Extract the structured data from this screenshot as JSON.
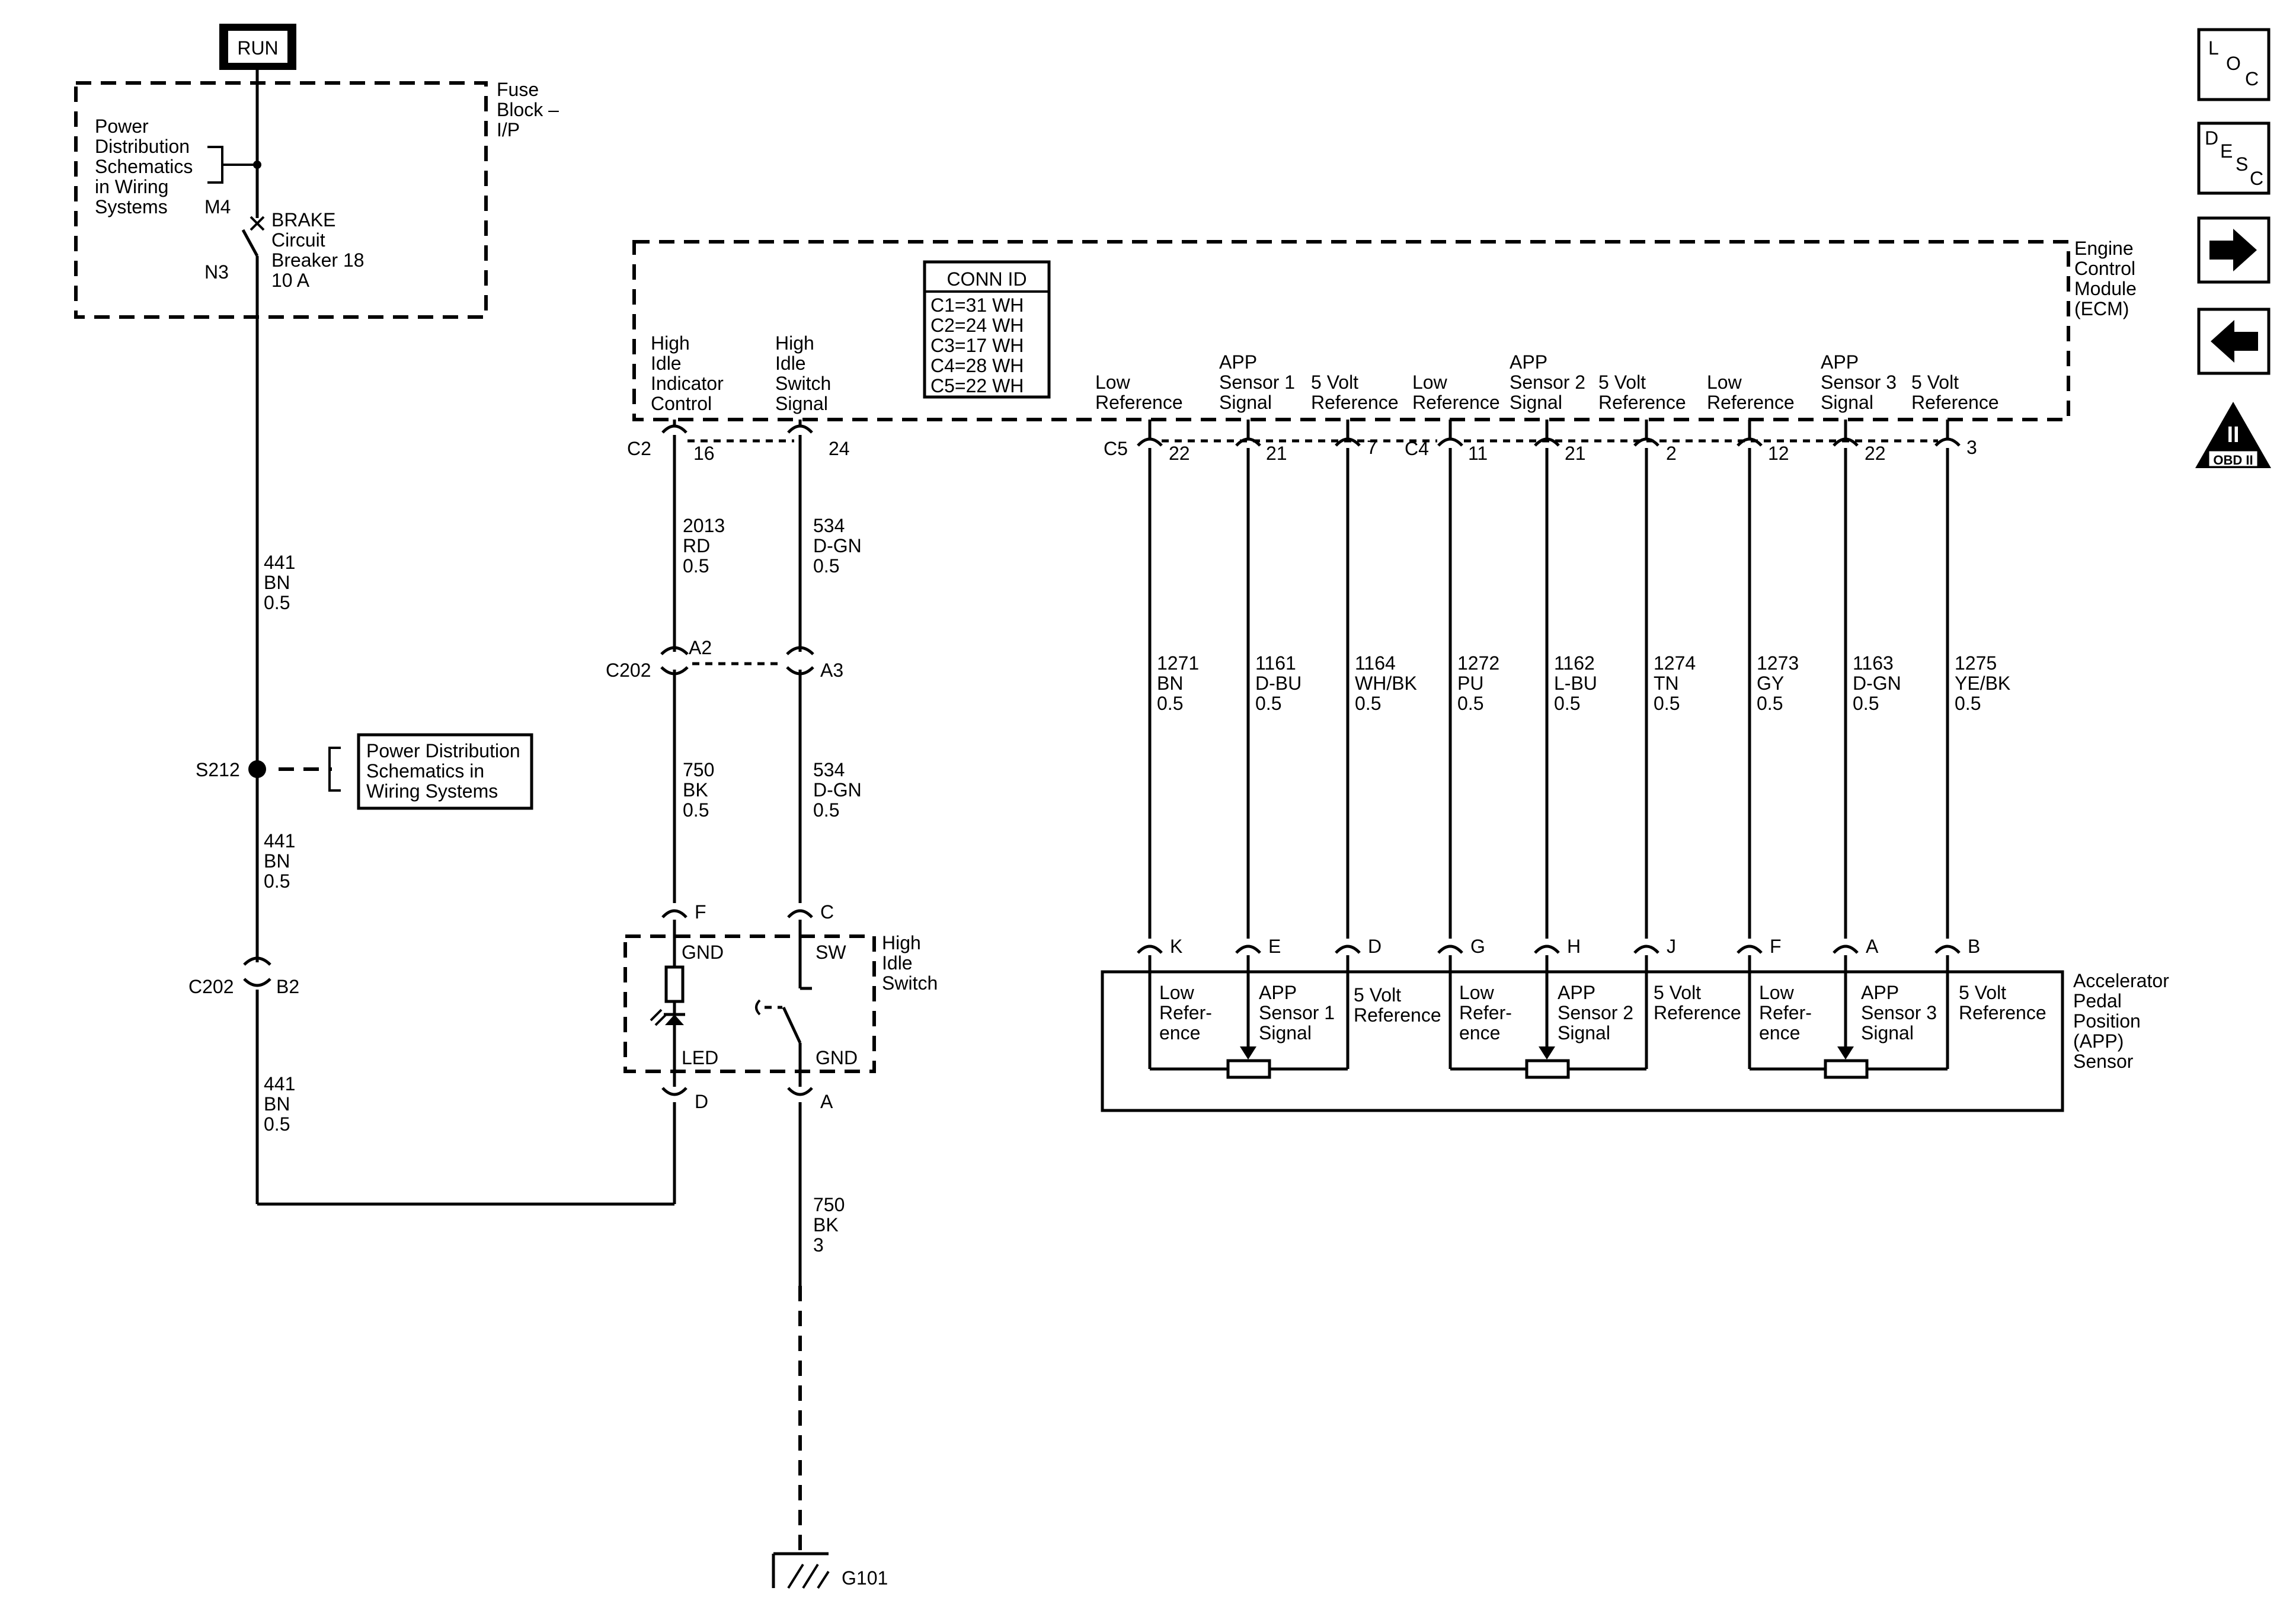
{
  "run_label": "RUN",
  "fuse_block": {
    "title": [
      "Fuse",
      "Block –",
      "I/P"
    ],
    "power_dist_note": [
      "Power",
      "Distribution",
      "Schematics",
      "in Wiring",
      "Systems"
    ],
    "m4": "M4",
    "n3": "N3",
    "breaker": [
      "BRAKE",
      "Circuit",
      "Breaker 18",
      "10 A"
    ]
  },
  "left_wires": {
    "w1": [
      "441",
      "BN",
      "0.5"
    ],
    "w2": [
      "441",
      "BN",
      "0.5"
    ],
    "w3": [
      "441",
      "BN",
      "0.5"
    ]
  },
  "s212": "S212",
  "power_dist_box": [
    "Power Distribution",
    "Schematics in",
    "Wiring  Systems"
  ],
  "c202_left": {
    "name": "C202",
    "pin": "B2"
  },
  "conn_id": {
    "title": "CONN ID",
    "rows": [
      "C1=31 WH",
      "C2=24 WH",
      "C3=17 WH",
      "C4=28 WH",
      "C5=22 WH"
    ]
  },
  "ecm": {
    "title": [
      "Engine",
      "Control",
      "Module",
      "(ECM)"
    ],
    "labels": [
      [
        "High",
        "Idle",
        "Indicator",
        "Control"
      ],
      [
        "High",
        "Idle",
        "Switch",
        "Signal"
      ],
      [
        "Low",
        "Reference"
      ],
      [
        "APP",
        "Sensor 1",
        "Signal"
      ],
      [
        "5 Volt",
        "Reference"
      ],
      [
        "Low",
        "Reference"
      ],
      [
        "APP",
        "Sensor 2",
        "Signal"
      ],
      [
        "5 Volt",
        "Reference"
      ],
      [
        "Low",
        "Reference"
      ],
      [
        "APP",
        "Sensor 3",
        "Signal"
      ],
      [
        "5 Volt",
        "Reference"
      ]
    ],
    "connectors": {
      "c2": "C2",
      "c5": "C5",
      "c4": "C4"
    },
    "pins": [
      "16",
      "24",
      "22",
      "21",
      "7",
      "11",
      "21",
      "2",
      "12",
      "22",
      "3"
    ]
  },
  "switch_wires": {
    "upper_a": [
      "2013",
      "RD",
      "0.5"
    ],
    "upper_b": [
      "534",
      "D-GN",
      "0.5"
    ],
    "lower_a": [
      "750",
      "BK",
      "0.5"
    ],
    "lower_b": [
      "534",
      "D-GN",
      "0.5"
    ],
    "ground": [
      "750",
      "BK",
      "3"
    ]
  },
  "c202_mid": {
    "name": "C202",
    "pin_a": "A2",
    "pin_b": "A3"
  },
  "switch": {
    "title": [
      "High",
      "Idle",
      "Switch"
    ],
    "pin_f": "F",
    "pin_c": "C",
    "pin_d": "D",
    "pin_a": "A",
    "gnd_top": "GND",
    "sw": "SW",
    "led": "LED",
    "gnd_bottom": "GND"
  },
  "ground": "G101",
  "app_wires": [
    [
      "1271",
      "BN",
      "0.5"
    ],
    [
      "1161",
      "D-BU",
      "0.5"
    ],
    [
      "1164",
      "WH/BK",
      "0.5"
    ],
    [
      "1272",
      "PU",
      "0.5"
    ],
    [
      "1162",
      "L-BU",
      "0.5"
    ],
    [
      "1274",
      "TN",
      "0.5"
    ],
    [
      "1273",
      "GY",
      "0.5"
    ],
    [
      "1163",
      "D-GN",
      "0.5"
    ],
    [
      "1275",
      "YE/BK",
      "0.5"
    ]
  ],
  "app_sensor": {
    "title": [
      "Accelerator",
      "Pedal",
      "Position",
      "(APP)",
      "Sensor"
    ],
    "pins": [
      "K",
      "E",
      "D",
      "G",
      "H",
      "J",
      "F",
      "A",
      "B"
    ],
    "labels": [
      [
        "Low",
        "Refer-",
        "ence"
      ],
      [
        "APP",
        "Sensor 1",
        "Signal"
      ],
      [
        "5 Volt",
        "Reference"
      ],
      [
        "Low",
        "Refer-",
        "ence"
      ],
      [
        "APP",
        "Sensor 2",
        "Signal"
      ],
      [
        "5 Volt",
        "Reference"
      ],
      [
        "Low",
        "Refer-",
        "ence"
      ],
      [
        "APP",
        "Sensor 3",
        "Signal"
      ],
      [
        "5 Volt",
        "Reference"
      ]
    ]
  },
  "nav": {
    "loc": [
      "L",
      "O",
      "C"
    ],
    "desc": [
      "D",
      "E",
      "S",
      "C"
    ],
    "obd_numeral": "II",
    "obd_label": "OBD II"
  }
}
